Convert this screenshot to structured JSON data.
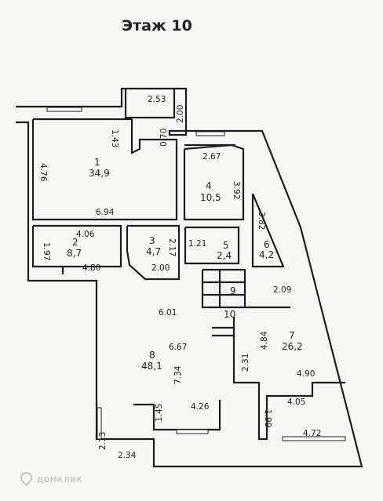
{
  "title": "Этаж 10",
  "watermark": "домклик",
  "rooms": [
    {
      "num": "1",
      "area": "34,9"
    },
    {
      "num": "2",
      "area": "8,7"
    },
    {
      "num": "3",
      "area": "4,7"
    },
    {
      "num": "4",
      "area": "10,5"
    },
    {
      "num": "5",
      "area": "2,4"
    },
    {
      "num": "6",
      "area": "4,2"
    },
    {
      "num": "7",
      "area": "26,2"
    },
    {
      "num": "8",
      "area": "48,1"
    },
    {
      "num": "9",
      "area": ""
    },
    {
      "num": "10",
      "area": ""
    }
  ],
  "dimensions": [
    "2.53",
    "2.00",
    "1.43",
    "0.70",
    "4.76",
    "6.94",
    "2.67",
    "3.92",
    "3.82",
    "4.06",
    "1.97",
    "4.80",
    "2.17",
    "2.00",
    "1.21",
    "2.09",
    "6.01",
    "6.67",
    "7.34",
    "2.31",
    "4.84",
    "4.90",
    "4.05",
    "1.99",
    "4.72",
    "1.45",
    "4.26",
    "2.13",
    "2.34"
  ]
}
